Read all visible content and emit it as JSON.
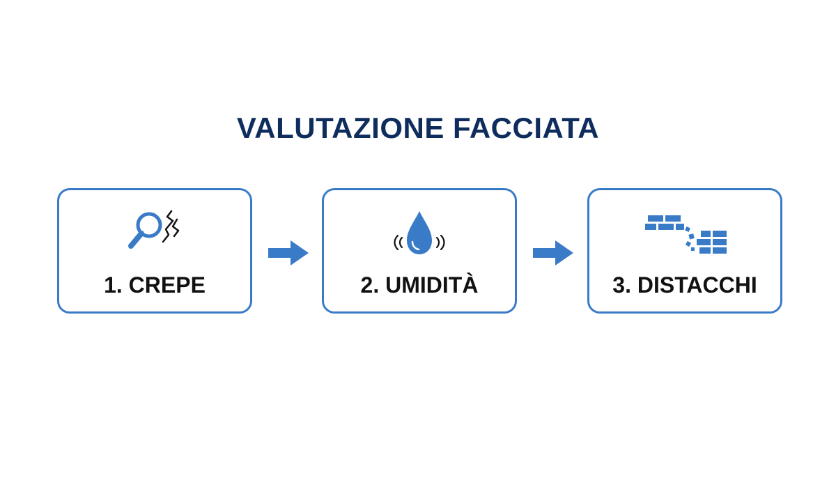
{
  "title": "VALUTAZIONE FACCIATA",
  "colors": {
    "title": "#0f2d5c",
    "accent": "#3a7bc8",
    "label": "#111111"
  },
  "steps": [
    {
      "label": "1. CREPE",
      "icon": "magnifier-crack-icon"
    },
    {
      "label": "2. UMIDITÀ",
      "icon": "water-drop-icon"
    },
    {
      "label": "3. DISTACCHI",
      "icon": "detached-bricks-icon"
    }
  ],
  "connectors": [
    "right-arrow-icon",
    "right-arrow-icon"
  ]
}
